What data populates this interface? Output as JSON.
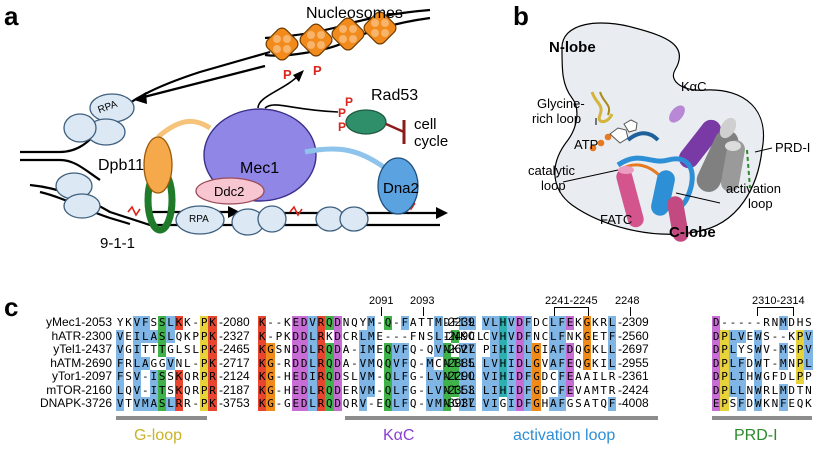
{
  "panels": {
    "a": "a",
    "b": "b",
    "c": "c"
  },
  "panel_a": {
    "nucleosomes": "Nucleosomes",
    "rad53": "Rad53",
    "cell_cycle_1": "cell",
    "cell_cycle_2": "cycle",
    "rpa_top": "RPA",
    "rpa_bottom": "RPA",
    "dpb11": "Dpb11",
    "mec1": "Mec1",
    "ddc2": "Ddc2",
    "dna2": "Dna2",
    "nine_one_one": "9-1-1",
    "phospho": "P",
    "colors": {
      "mec1": "#8f86e6",
      "ddc2": "#f7c6d0",
      "dpb11": "#f5a94a",
      "dna2": "#5aa2e0",
      "rad53": "#2f8f6a",
      "nine_one_one": "#1f7a2a",
      "nucleosome": "#f28a1c",
      "rpa": "#dce9f5"
    }
  },
  "panel_b": {
    "n_lobe": "N-lobe",
    "c_lobe": "C-lobe",
    "glycine_1": "Glycine-",
    "glycine_2": "rich loop",
    "kac": "KαC",
    "atp": "ATP",
    "prd": "PRD-I",
    "catalytic_1": "catalytic",
    "catalytic_2": "loop",
    "activation_1": "activation",
    "activation_2": "loop",
    "fatc": "FATC"
  },
  "panel_c": {
    "positions": [
      "2091",
      "2093",
      "2241-2245",
      "2248",
      "2310-2314"
    ],
    "regions": [
      {
        "label": "G-loop",
        "color": "#c9b32b"
      },
      {
        "label": "KαC",
        "color": "#8a3fd1"
      },
      {
        "label": "activation loop",
        "color": "#2d8fd6"
      },
      {
        "label": "PRD-I",
        "color": "#2b8a2b"
      }
    ],
    "rows": [
      {
        "name": "yMec1-2053",
        "s1": "YKVFSSLKK-",
        "s2": "PK",
        "n1": "-2080",
        "s3": "K--KEDVRQDNQYM-Q-FATTMDFLL",
        "n2": "-2239",
        "s4": "VLHVDFDCLFEKGKRL",
        "n3": "-2309",
        "s5": "D-----RNMDHS"
      },
      {
        "name": "hATR-2300",
        "s1": "VEILASLQKP",
        "s2": "PK",
        "n1": "-2327",
        "s3": "K-PKDDLRKDCRLME---FNSLINKCL",
        "n2": "-2490",
        "s4": "CVHVDFNCLFNKGETF",
        "n3": "-2560",
        "s5": "DPLVEWS--KPV"
      },
      {
        "name": "yTel1-2437",
        "s1": "VGITTTGLSL",
        "s2": "PK",
        "n1": "-2465",
        "s3": "KGSNDDLRQDA-IMEQVFQ-QVNKVL",
        "n2": "-2627",
        "s4": "PIHIDLGIAFDQGKLL",
        "n3": "-2697",
        "s5": "DPLYSWV-MSPV"
      },
      {
        "name": "hATM-2690",
        "s1": "FRLAGGVNL-",
        "s2": "PK",
        "n1": "-2717",
        "s3": "KG-RDDLRQDA-VMQQVFQ-MCNTLL",
        "n2": "-2885",
        "s4": "LVHIDLGVAFEQGKIL",
        "n3": "-2955",
        "s5": "DPLFDWT-MNPL"
      },
      {
        "name": "yTor1-2097",
        "s1": "FSV-ISSKQR",
        "s2": "PR",
        "n1": "-2124",
        "s3": "KG-HEDIRQDSLVM-QLFG-LVNTLL",
        "n2": "-2290",
        "s4": "VIHIDFGDCFEAAILR",
        "n3": "-2361",
        "s5": "DPLIHWGFDLPP"
      },
      {
        "name": "mTOR-2160",
        "s1": "LQV-ITSKQR",
        "s2": "PR",
        "n1": "-2187",
        "s3": "KG-HEDLRQDERVM-QLFG-LVNTLL",
        "n2": "-2353",
        "s4": "LIHIDFGDCFEVAMTR",
        "n3": "-2424",
        "s5": "DPLLNWRLMDTN"
      },
      {
        "name": "DNAPK-3726",
        "s1": "VTVMASLRR-",
        "s2": "PK",
        "n1": "-3753",
        "s3": "KG-GEDLRQDQRV-EQLFQ-VMNGIL",
        "n2": "-3937",
        "s4": "VIGIDFGHAFGSATQF",
        "n3": "-4008",
        "s5": "EPSFDWKNFEQK"
      }
    ]
  }
}
